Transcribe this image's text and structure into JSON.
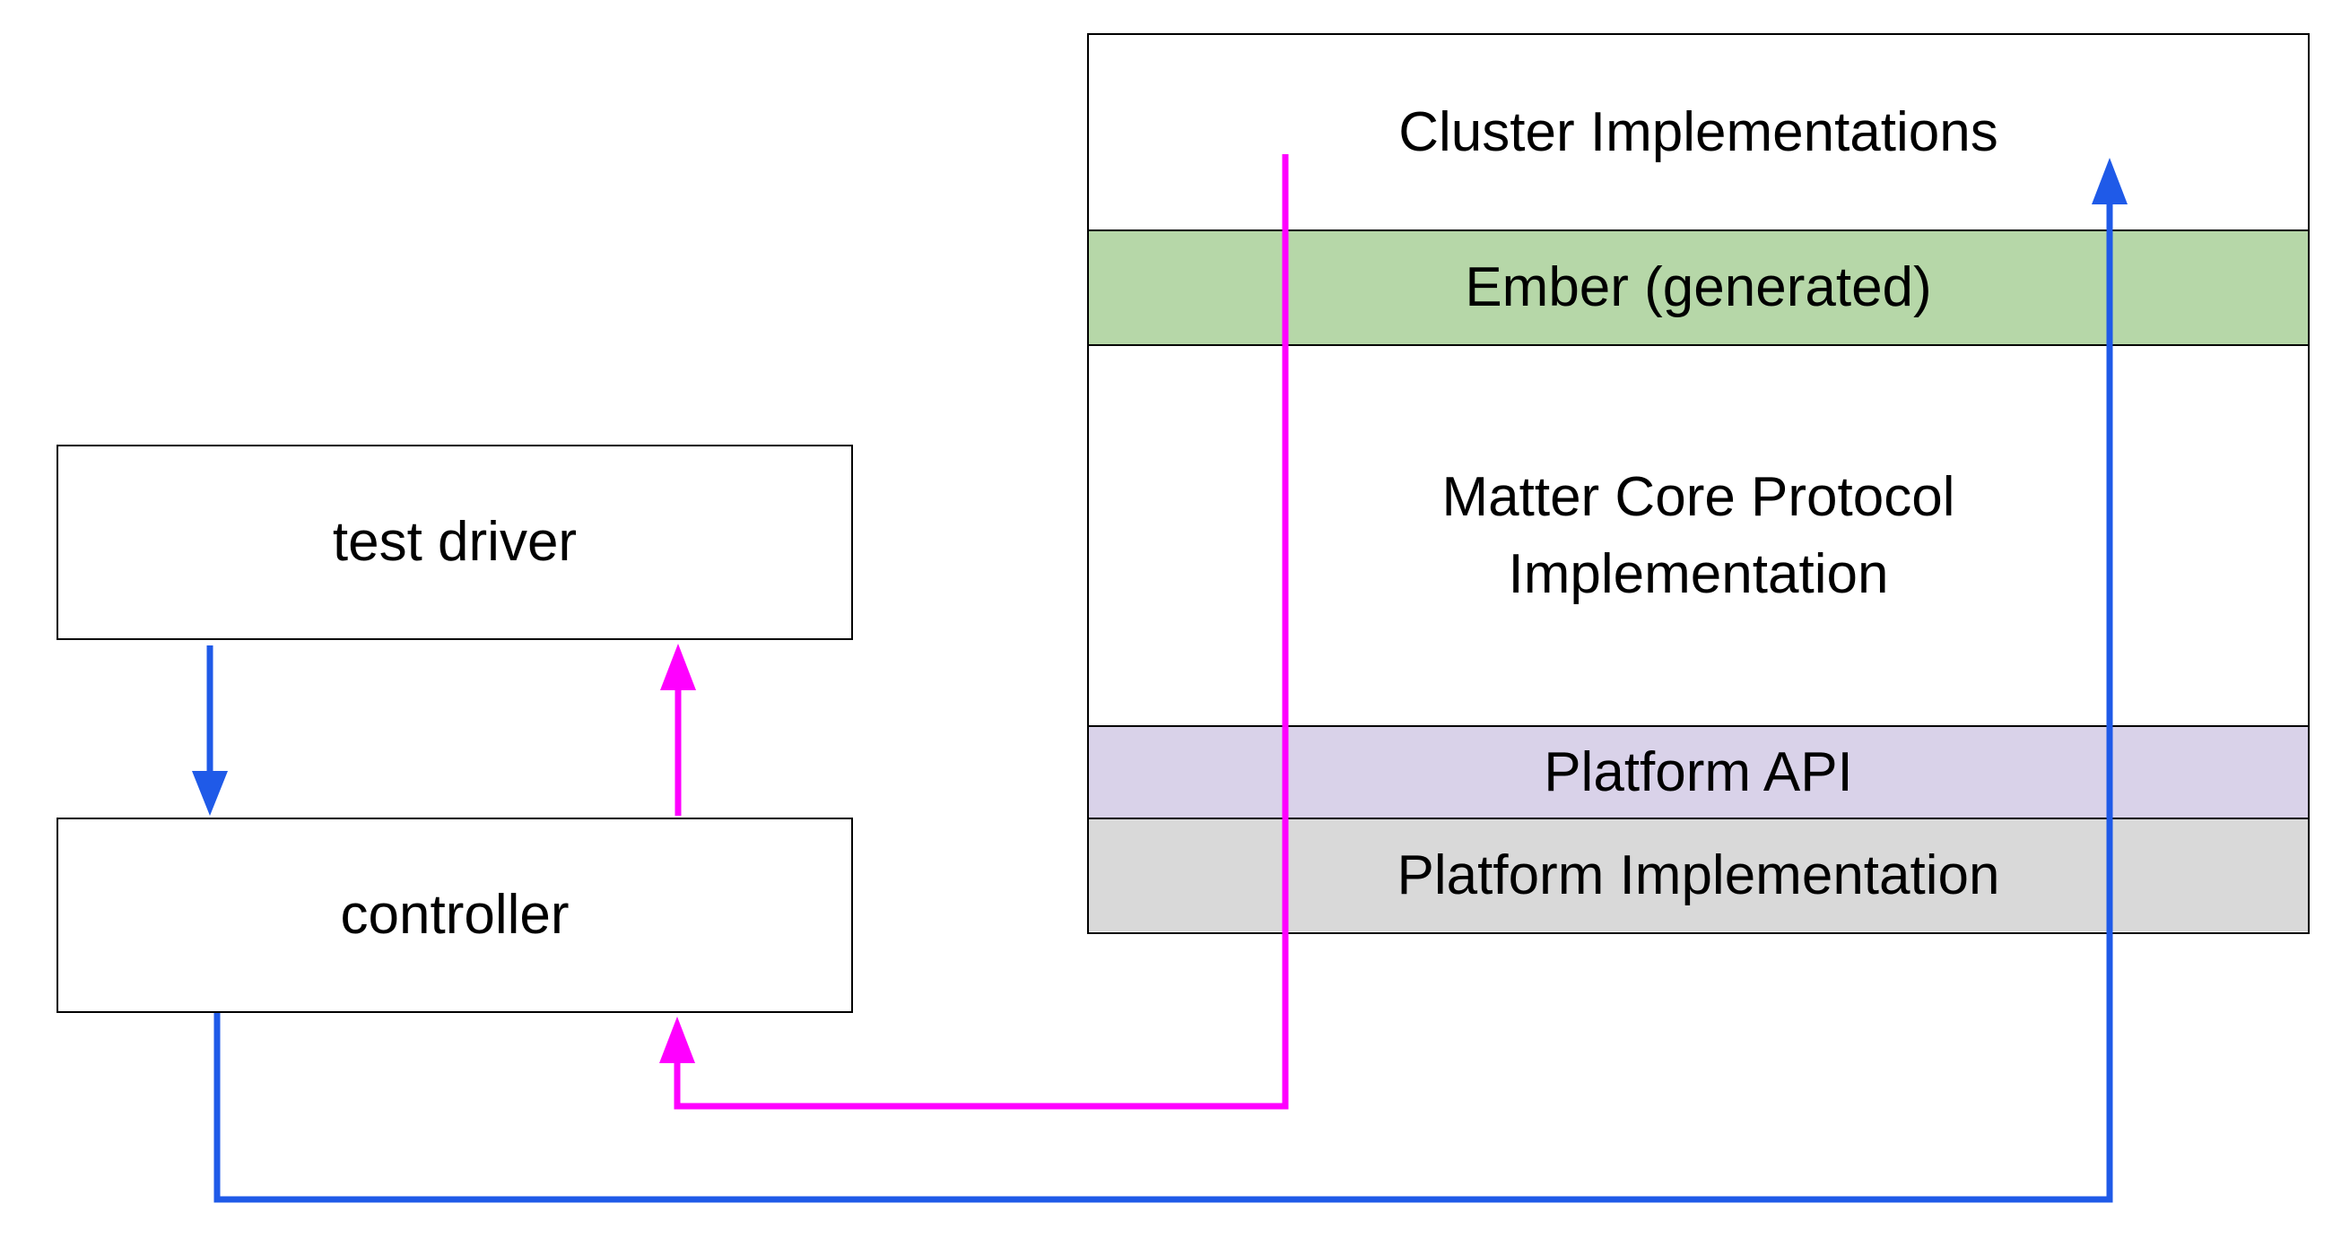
{
  "left_boxes": {
    "test_driver": "test driver",
    "controller": "controller"
  },
  "stack_layers": [
    {
      "label": "Cluster Implementations",
      "fill": "#ffffff"
    },
    {
      "label": "Ember (generated)",
      "fill": "#b6d7a8"
    },
    {
      "label": "Matter Core Protocol\nImplementation",
      "fill": "#ffffff"
    },
    {
      "label": "Platform API",
      "fill": "#d9d2e9"
    },
    {
      "label": "Platform Implementation",
      "fill": "#d9d9d9"
    }
  ],
  "colors": {
    "request_arrow": "#1f5ae8",
    "response_arrow": "#ff00ff",
    "border": "#000000"
  }
}
